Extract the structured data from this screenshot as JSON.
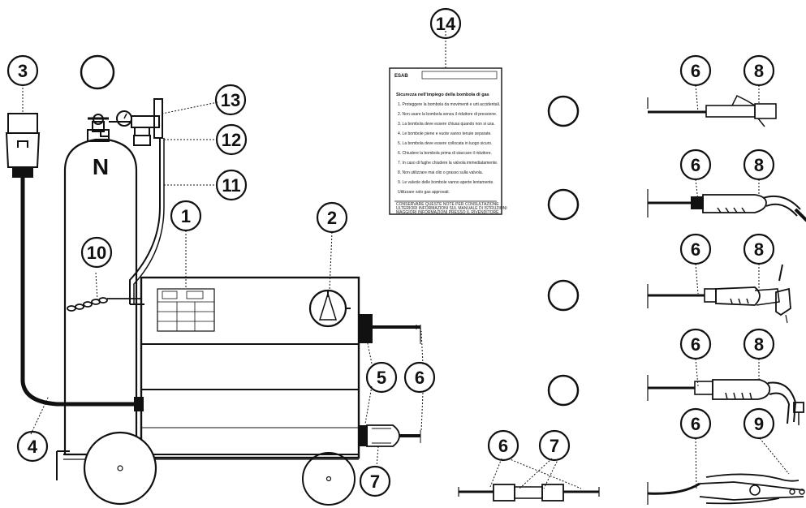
{
  "callouts": {
    "c1": "1",
    "c2": "2",
    "c3": "3",
    "c4": "4",
    "c5": "5",
    "c6": "6",
    "c7": "7",
    "c10": "10",
    "c11": "11",
    "c12": "12",
    "c13": "13",
    "c14": "14",
    "c6_bottom": "6",
    "c7_bottom": "7",
    "torch_rows": [
      {
        "a": "6",
        "b": "8"
      },
      {
        "a": "6",
        "b": "8"
      },
      {
        "a": "6",
        "b": "8"
      },
      {
        "a": "6",
        "b": "8"
      },
      {
        "a": "6",
        "b": "9"
      }
    ]
  },
  "cylinder_label": "N",
  "document": {
    "logo": "ESAB",
    "title": "Sicurezza nell'impiego della bombola di gas",
    "items": [
      "1. Proteggere la bombola da movimenti e urti accidentali.",
      "2. Non usare la bombola senza il riduttore di pressione.",
      "3. La bombola deve essere chiusa quando non si usa.",
      "4. Le bombole piene e vuote vanno tenute separate.",
      "5. La bombola deve essere collocata in luogo sicuro.",
      "6. Chiudere la bombola prima di staccare il riduttore.",
      "7. In caso di fughe chiudere la valvola immediatamente.",
      "8. Non utilizzare mai olio o grasso sulla valvola.",
      "9. Le valvole delle bombole vanno aperte lentamente.",
      "Utilizzare solo gas approvati."
    ],
    "footer": [
      "CONSERVARE QUESTE NOTE PER CONSULTAZIONE",
      "ULTERIORI INFORMAZIONI SUL MANUALE DI ISTRUZIONI",
      "MAGGIORI INFORMAZIONI PRESSO IL RIVENDITORE"
    ]
  },
  "colors": {
    "line": "#111111",
    "paper": "#ffffff"
  }
}
